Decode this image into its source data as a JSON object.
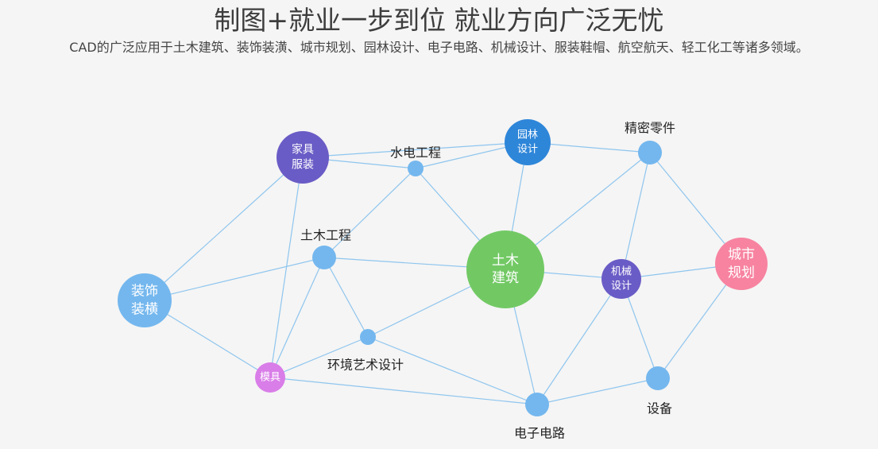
{
  "header": {
    "title": "制图+就业一步到位 就业方向广泛无忧",
    "subtitle": "CAD的广泛应用于土木建筑、装饰装潢、城市规划、园林设计、电子电路、机械设计、服装鞋帽、航空航天、轻工化工等诸多领域。"
  },
  "colors": {
    "edge": "#8ec5ee",
    "purple": "#6a5cc6",
    "blue": "#2e86d9",
    "light_blue": "#74b7ee",
    "green": "#72c964",
    "pink": "#f783a0",
    "violet": "#d97de8"
  },
  "nodes": [
    {
      "id": "tumu_jianzhu",
      "lines": [
        "土木",
        "建筑"
      ],
      "color": "green"
    },
    {
      "id": "jiaju_fuzhuang",
      "lines": [
        "家具",
        "服装"
      ],
      "color": "purple"
    },
    {
      "id": "yuanlin_sheji",
      "lines": [
        "园林",
        "设计"
      ],
      "color": "blue"
    },
    {
      "id": "zhuangshi_zhuanghuang",
      "lines": [
        "装饰",
        "装横"
      ],
      "color": "light_blue"
    },
    {
      "id": "chengshi_guihua",
      "lines": [
        "城市",
        "规划"
      ],
      "color": "pink"
    },
    {
      "id": "jixie_sheji",
      "lines": [
        "机械",
        "设计"
      ],
      "color": "purple"
    },
    {
      "id": "moju",
      "lines": [
        "模具"
      ],
      "color": "violet"
    },
    {
      "id": "shuidian_gongcheng",
      "label": "水电工程",
      "color": "light_blue"
    },
    {
      "id": "jingmi_lingjian",
      "label": "精密零件",
      "color": "light_blue"
    },
    {
      "id": "tumu_gongcheng",
      "label": "土木工程",
      "color": "light_blue"
    },
    {
      "id": "huanjing_yishu",
      "label": "环境艺术设计",
      "color": "light_blue"
    },
    {
      "id": "shebei",
      "label": "设备",
      "color": "light_blue"
    },
    {
      "id": "dianzi_dianlu",
      "label": "电子电路",
      "color": "light_blue"
    }
  ],
  "edges": [
    [
      "jiaju_fuzhuang",
      "shuidian_gongcheng"
    ],
    [
      "jiaju_fuzhuang",
      "yuanlin_sheji"
    ],
    [
      "jiaju_fuzhuang",
      "zhuangshi_zhuanghuang"
    ],
    [
      "jiaju_fuzhuang",
      "moju"
    ],
    [
      "shuidian_gongcheng",
      "yuanlin_sheji"
    ],
    [
      "shuidian_gongcheng",
      "tumu_gongcheng"
    ],
    [
      "shuidian_gongcheng",
      "tumu_jianzhu"
    ],
    [
      "yuanlin_sheji",
      "jingmi_lingjian"
    ],
    [
      "yuanlin_sheji",
      "tumu_jianzhu"
    ],
    [
      "jingmi_lingjian",
      "tumu_jianzhu"
    ],
    [
      "jingmi_lingjian",
      "jixie_sheji"
    ],
    [
      "jingmi_lingjian",
      "chengshi_guihua"
    ],
    [
      "tumu_gongcheng",
      "zhuangshi_zhuanghuang"
    ],
    [
      "tumu_gongcheng",
      "tumu_jianzhu"
    ],
    [
      "tumu_gongcheng",
      "huanjing_yishu"
    ],
    [
      "tumu_gongcheng",
      "moju"
    ],
    [
      "zhuangshi_zhuanghuang",
      "moju"
    ],
    [
      "tumu_jianzhu",
      "jixie_sheji"
    ],
    [
      "tumu_jianzhu",
      "huanjing_yishu"
    ],
    [
      "tumu_jianzhu",
      "dianzi_dianlu"
    ],
    [
      "huanjing_yishu",
      "moju"
    ],
    [
      "huanjing_yishu",
      "dianzi_dianlu"
    ],
    [
      "moju",
      "dianzi_dianlu"
    ],
    [
      "jixie_sheji",
      "chengshi_guihua"
    ],
    [
      "jixie_sheji",
      "dianzi_dianlu"
    ],
    [
      "jixie_sheji",
      "shebei"
    ],
    [
      "chengshi_guihua",
      "shebei"
    ],
    [
      "shebei",
      "dianzi_dianlu"
    ]
  ]
}
